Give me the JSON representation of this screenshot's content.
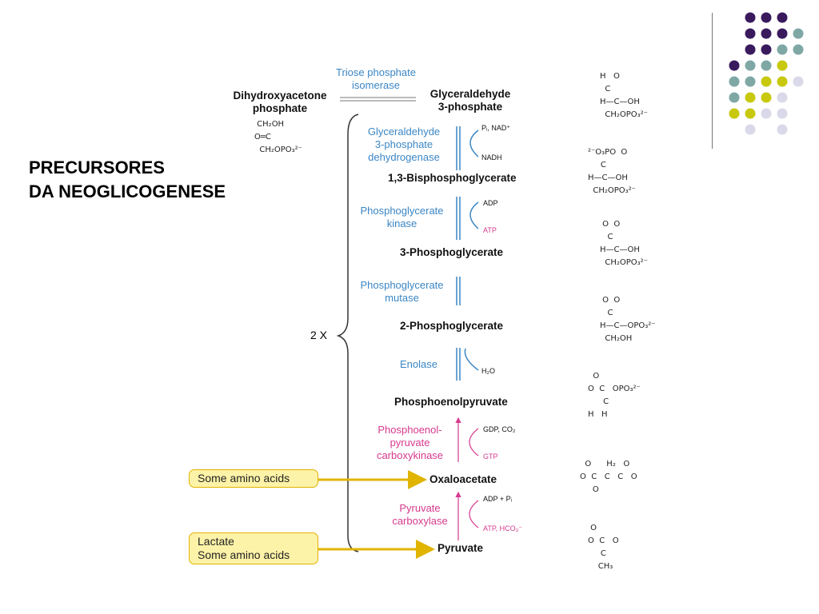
{
  "slide": {
    "title_line1": "PRECURSORES",
    "title_line2": "DA NEOGLICOGENESE"
  },
  "colors": {
    "dot_purple": "#3a1a5e",
    "dot_teal": "#7fa8a4",
    "dot_yellow": "#c8c80f",
    "dot_lavender": "#d9d9ea",
    "enzyme_blue": "#3b86c4",
    "enzyme_pink": "#d63a8e"
  },
  "pathway": {
    "isomerase": {
      "line1": "Triose phosphate",
      "line2": "isomerase"
    },
    "dhap": {
      "line1": "Dihydroxyacetone",
      "line2": "phosphate"
    },
    "g3p": {
      "line1": "Glyceraldehyde",
      "line2": "3-phosphate"
    },
    "multiplier": "2 X",
    "steps": [
      {
        "enzyme": [
          "Glyceraldehyde",
          "3-phosphate",
          "dehydrogenase"
        ],
        "cofactor_top": "Pᵢ, NAD⁺",
        "cofactor_bottom": "NADH",
        "product": "1,3-Bisphosphoglycerate"
      },
      {
        "enzyme": [
          "Phosphoglycerate",
          "kinase"
        ],
        "cofactor_top": "ADP",
        "cofactor_bottom": "ATP",
        "product": "3-Phosphoglycerate"
      },
      {
        "enzyme": [
          "Phosphoglycerate",
          "mutase"
        ],
        "product": "2-Phosphoglycerate"
      },
      {
        "enzyme": [
          "Enolase"
        ],
        "cofactor_bottom": "H₂O",
        "product": "Phosphoenolpyruvate"
      },
      {
        "enzyme": [
          "Phosphoenol-",
          "pyruvate",
          "carboxykinase"
        ],
        "cofactor_top": "GDP, CO₂",
        "cofactor_bottom": "GTP",
        "product": "Oxaloacetate"
      },
      {
        "enzyme": [
          "Pyruvate",
          "carboxylase"
        ],
        "cofactor_top": "ADP + Pᵢ",
        "cofactor_bottom": "ATP, HCO₃⁻",
        "product": "Pyruvate"
      }
    ],
    "inputs": {
      "amino_acids": "Some amino acids",
      "lactate_line1": "Lactate",
      "lactate_line2": "Some amino acids"
    }
  },
  "structures": {
    "dhap": " CH₂OH\nO═C\n  CH₂OPO₃²⁻",
    "g3p": "H   O\n  C\nH—C—OH\n  CH₂OPO₃²⁻",
    "bpg": "²⁻O₃PO  O\n     C\nH—C—OH\n  CH₂OPO₃²⁻",
    "pg3": " O  O\n   C\nH—C—OH\n  CH₂OPO₃²⁻",
    "pg2": " O  O\n   C\nH—C—OPO₃²⁻\n  CH₂OH",
    "pep": "  O\nO  C   OPO₃²⁻\n      C\nH   H",
    "oaa": "  O      H₂   O\nO  C   C   C   O\n     O",
    "pyr": " O\nO  C   O\n     C\n    CH₃"
  }
}
